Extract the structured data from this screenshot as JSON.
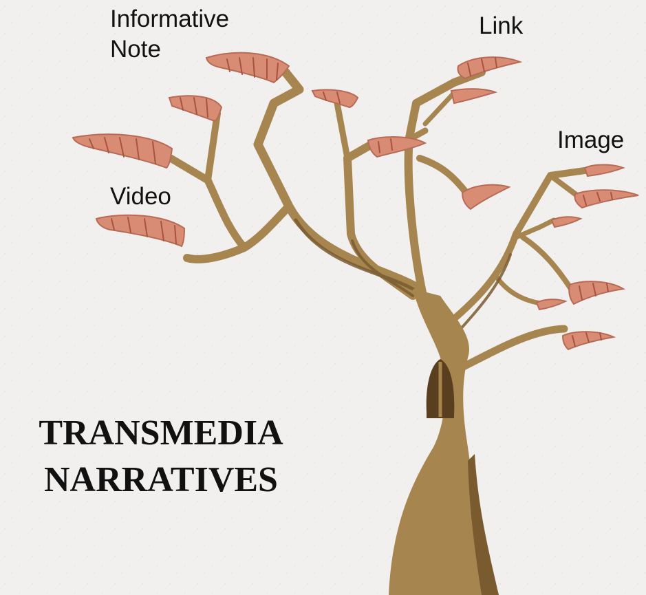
{
  "title": {
    "line1": "TRANSMEDIA",
    "line2": "NARRATIVES"
  },
  "labels": {
    "informative": {
      "line1": "Informative",
      "line2": "Note"
    },
    "link": "Link",
    "image": "Image",
    "video": "Video"
  },
  "colors": {
    "background": "#f1f0ee",
    "trunk": "#a6854f",
    "trunk_shadow": "#7a5b30",
    "trunk_dark": "#5a3f1e",
    "leaf": "#d98c74",
    "leaf_shadow": "#b86a55",
    "text": "#111111"
  }
}
